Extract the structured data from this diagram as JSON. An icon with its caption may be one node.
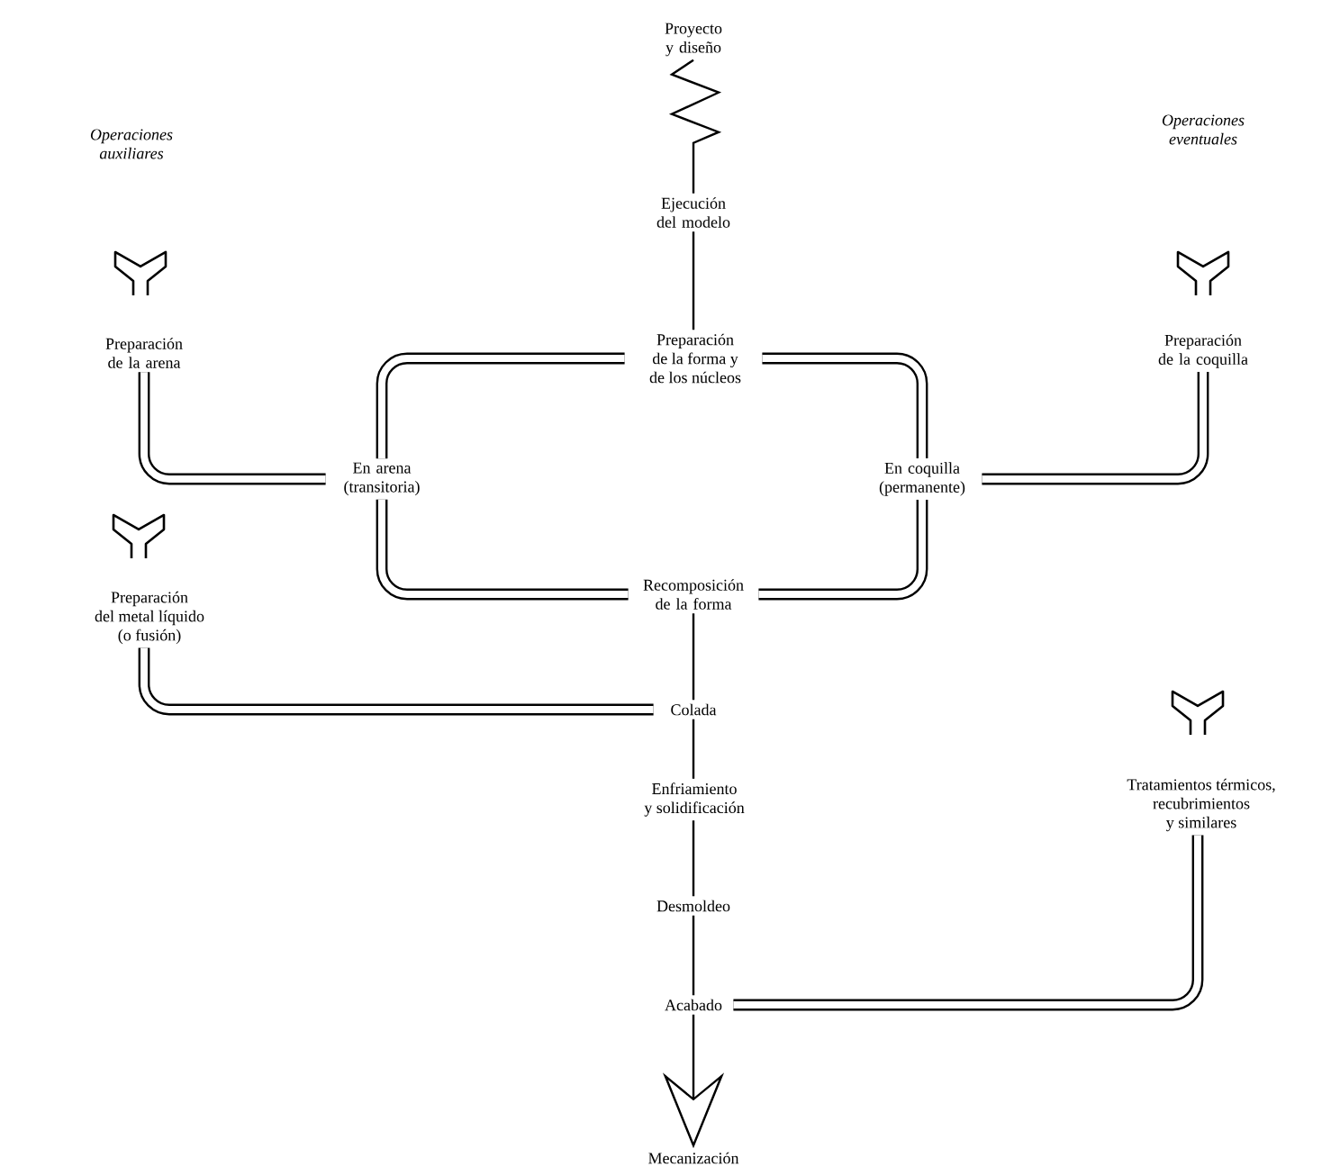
{
  "diagram": {
    "nodes": [
      {
        "text": [
          "Proyecto y diseño"
        ]
      },
      {
        "text": [
          "Ejecución del modelo"
        ]
      },
      {
        "text": [
          "Preparación de la forma y de los núcleos"
        ]
      },
      {
        "text": [
          "En arena (transitoria)"
        ]
      },
      {
        "text": [
          "En coquilla (permanente)"
        ]
      },
      {
        "text": [
          "Recomposición de la forma"
        ]
      },
      {
        "text": [
          "Colada"
        ]
      },
      {
        "text": [
          "Enfriamiento y solidificación"
        ]
      },
      {
        "text": [
          "Desmoldeo"
        ]
      },
      {
        "text": [
          "Acabado"
        ]
      },
      {
        "text": [
          "Mecanización"
        ]
      },
      {
        "text": [
          "Preparación de la arena"
        ]
      },
      {
        "text": [
          "Preparación del metal líquido (o fusión)"
        ]
      },
      {
        "text": [
          "Preparación de la coquilla"
        ]
      },
      {
        "text": [
          "Tratamientos térmicos, recubrimientos y similares"
        ]
      }
    ],
    "edges": [
      {
        "from": 0,
        "to": 1,
        "arrow": "none"
      },
      {
        "from": 1,
        "to": 2,
        "arrow": "none"
      },
      {
        "from": 2,
        "to": 3,
        "arrow": "none"
      },
      {
        "from": 2,
        "to": 4,
        "arrow": "none"
      },
      {
        "from": 11,
        "to": 3,
        "arrow": "none"
      },
      {
        "from": 13,
        "to": 4,
        "arrow": "none"
      },
      {
        "from": 3,
        "to": 5,
        "arrow": "none"
      },
      {
        "from": 4,
        "to": 5,
        "arrow": "none"
      },
      {
        "from": 5,
        "to": 6,
        "arrow": "none"
      },
      {
        "from": 12,
        "to": 6,
        "arrow": "none"
      },
      {
        "from": 6,
        "to": 7,
        "arrow": "none"
      },
      {
        "from": 7,
        "to": 8,
        "arrow": "none"
      },
      {
        "from": 8,
        "to": 9,
        "arrow": "none"
      },
      {
        "from": 14,
        "to": 9,
        "arrow": "none"
      },
      {
        "from": 9,
        "to": 10,
        "arrow": "to"
      }
    ],
    "labels": [
      "Operaciones auxiliares",
      "Operaciones eventuales"
    ]
  }
}
